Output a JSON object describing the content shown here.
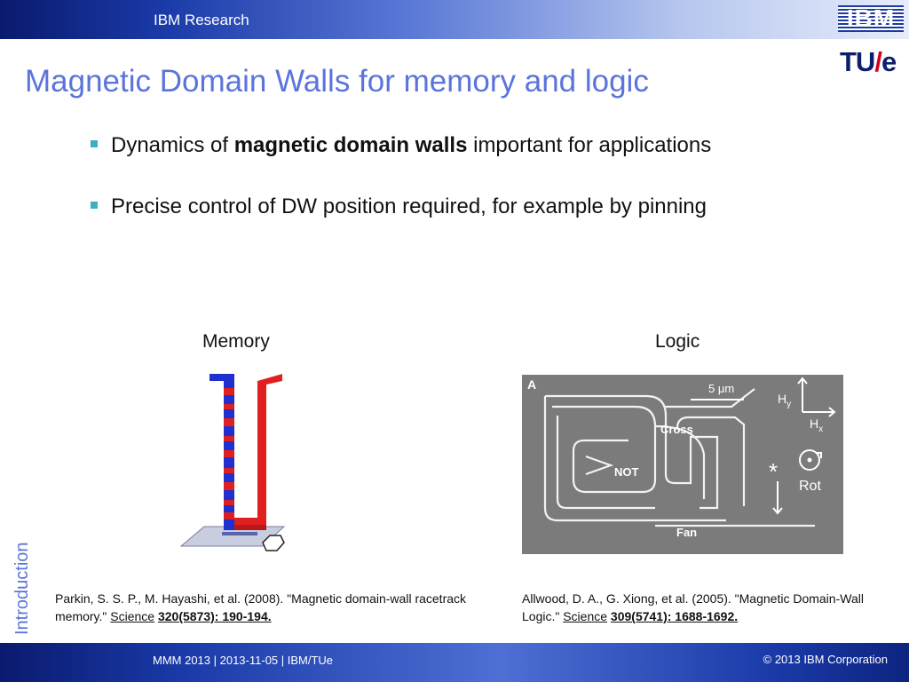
{
  "header": {
    "org": "IBM Research",
    "ibm_logo_text": "IBM",
    "tue_logo_text": "TU/e"
  },
  "title": "Magnetic Domain Walls for memory and logic",
  "bullets": [
    {
      "pre": "Dynamics of ",
      "bold": "magnetic domain walls",
      "post": " important for applications"
    },
    {
      "pre": "Precise control of DW position required, for example by pinning",
      "bold": "",
      "post": ""
    }
  ],
  "figures": {
    "memory_label": "Memory",
    "logic_label": "Logic",
    "logic_image": {
      "panel_label": "A",
      "scale": "5 μm",
      "hy": "H",
      "hy_sub": "y",
      "hx": "H",
      "hx_sub": "x",
      "cross": "Cross",
      "not": "NOT",
      "fan": "Fan",
      "rot": "Rot",
      "star": "*"
    }
  },
  "sidebar_label": "Introduction",
  "references": [
    {
      "text": "Parkin, S. S. P., M. Hayashi, et al. (2008). \"Magnetic domain-wall racetrack memory.\" ",
      "journal": "Science",
      "volume": "320(5873): 190-194."
    },
    {
      "text": "Allwood, D. A., G. Xiong, et al. (2005). \"Magnetic Domain-Wall Logic.\" ",
      "journal": "Science",
      "volume": "309(5741): 1688-1692."
    }
  ],
  "footer": {
    "left": "MMM 2013 | 2013-11-05 |  IBM/TUe",
    "right": "© 2013 IBM Corporation"
  },
  "colors": {
    "title": "#5b74dc",
    "bullet_marker": "#3ab0c0",
    "bar_dark": "#0a1a6e",
    "tue_red": "#d6001c"
  }
}
